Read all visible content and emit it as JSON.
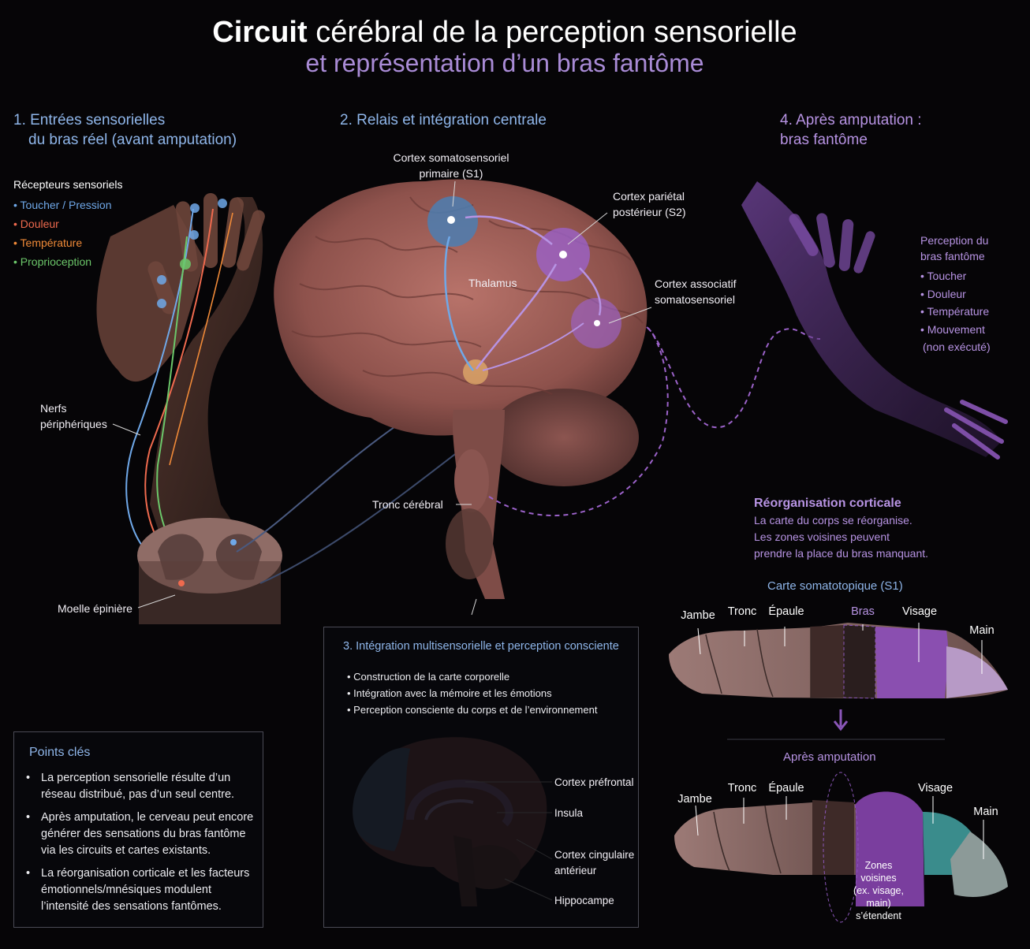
{
  "title": {
    "bold": "Circuit",
    "rest": " cérébral de la perception sensorielle",
    "subtitle": "et représentation d’un bras fantôme"
  },
  "section1": {
    "line1": "1. Entrées sensorielles",
    "line2": "du bras réel (avant amputation)"
  },
  "section2": {
    "heading": "2. Relais et intégration centrale"
  },
  "section4": {
    "line1": "4. Après amputation :",
    "line2": "bras fantôme"
  },
  "receptors": {
    "title": "Récepteurs sensoriels",
    "items": [
      {
        "label": "• Toucher / Pression",
        "color": "#6fa8e8"
      },
      {
        "label": "• Douleur",
        "color": "#ef6a4e"
      },
      {
        "label": "• Température",
        "color": "#f08a38"
      },
      {
        "label": "• Proprioception",
        "color": "#6cc76a"
      }
    ]
  },
  "arm_labels": {
    "nerves_1": "Nerfs",
    "nerves_2": "périphériques",
    "spinal_cord": "Moelle épinière"
  },
  "brain_labels": {
    "s1_1": "Cortex somatosensoriel",
    "s1_2": "primaire (S1)",
    "s2_1": "Cortex pariétal",
    "s2_2": "postérieur (S2)",
    "assoc_1": "Cortex associatif",
    "assoc_2": "somatosensoriel",
    "thalamus": "Thalamus",
    "brainstem": "Tronc cérébral"
  },
  "phantom": {
    "title_1": "Perception du",
    "title_2": "bras fantôme",
    "items": [
      "• Toucher",
      "• Douleur",
      "• Température",
      "• Mouvement",
      "(non exécuté)"
    ]
  },
  "reorg": {
    "title": "Réorganisation corticale",
    "lines": [
      "La carte du corps se réorganise.",
      "Les zones voisines peuvent",
      "prendre la place du bras manquant."
    ]
  },
  "somato_map": {
    "title": "Carte somatotopique (S1)",
    "before_labels": {
      "jambe": "Jambe",
      "tronc": "Tronc",
      "epaule": "Épaule",
      "bras": "Bras",
      "visage": "Visage",
      "main": "Main"
    },
    "after_title": "Après amputation",
    "after_labels": {
      "jambe": "Jambe",
      "tronc": "Tronc",
      "epaule": "Épaule",
      "visage": "Visage",
      "main": "Main"
    },
    "zones": [
      "Zones",
      "voisines",
      "(ex. visage,",
      "main)",
      "s’étendent"
    ]
  },
  "integration": {
    "title": "3. Intégration multisensorielle et perception consciente",
    "bullets": [
      "• Construction de la carte corporelle",
      "• Intégration avec la mémoire et les émotions",
      "• Perception consciente du corps et de l’environnement"
    ],
    "labels": {
      "prefrontal": "Cortex préfrontal",
      "insula": "Insula",
      "cingulate_1": "Cortex cingulaire",
      "cingulate_2": "antérieur",
      "hippocampus": "Hippocampe"
    }
  },
  "key_points": {
    "title": "Points clés",
    "items": [
      [
        "La perception sensorielle résulte d’un",
        "réseau distribué, pas d’un seul centre."
      ],
      [
        "Après amputation, le cerveau peut encore",
        "générer des sensations du bras fantôme",
        "via les circuits et cartes existants."
      ],
      [
        "La réorganisation corticale et les facteurs",
        "émotionnels/mnésiques modulent",
        "l’intensité des sensations fantômes."
      ]
    ]
  },
  "colors": {
    "blue": "#6fa8e8",
    "purple": "#b793e3",
    "brain": "#9a5d56",
    "teal": "#3a8c8c"
  }
}
